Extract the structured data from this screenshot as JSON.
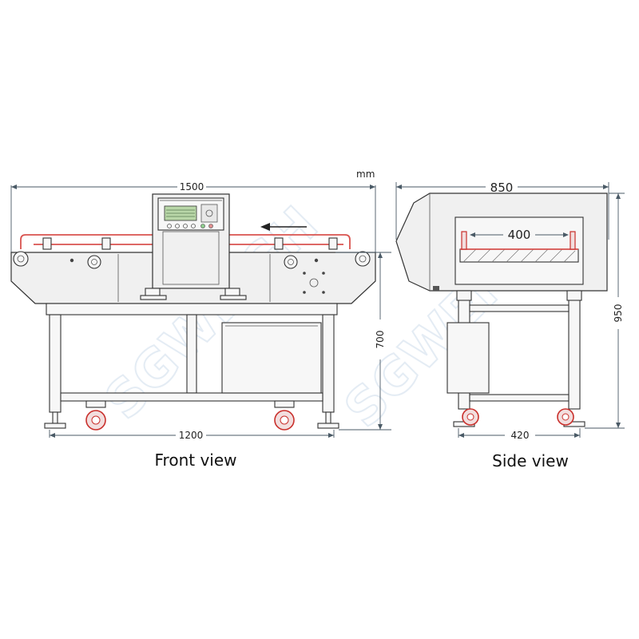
{
  "unit_label": "mm",
  "watermark": "SGWEIGH",
  "front_view": {
    "caption": "Front view",
    "width_overall": "1500",
    "width_legs": "1200",
    "height_conveyor": "700"
  },
  "side_view": {
    "caption": "Side view",
    "depth_overall": "850",
    "aperture_width": "400",
    "height_overall": "950",
    "base_width": "420"
  },
  "colors": {
    "belt": "#d9534f",
    "wheel": "#c9302c",
    "dimension": "#4a5a66",
    "display": "#b9d7a8"
  }
}
